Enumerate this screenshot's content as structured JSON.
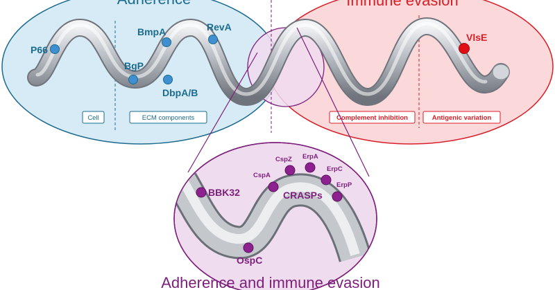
{
  "colors": {
    "adherence": "#1c6b8e",
    "adherence_fill": "#d6ebf5",
    "immune": "#d81e27",
    "immune_fill": "#fbd5d6",
    "overlap": "#7d1f7a",
    "overlap_fill": "#f0dcef",
    "tube": "#a6aab2"
  },
  "titles": {
    "adherence": "Adherence",
    "immune_evasion": "Immune evasion",
    "bottom": "Adherence and immune evasion"
  },
  "categories": {
    "cell": "Cell",
    "ecm": "ECM components",
    "complement": "Complement inhibition",
    "antigenic": "Antigenic variation"
  },
  "adhesins": {
    "p66": "P66",
    "bgp": "BgP",
    "bmpa": "BmpA",
    "dbpab": "DbpA/B",
    "reva": "RevA"
  },
  "immune_proteins": {
    "vlse": "VlsE"
  },
  "dual_proteins": {
    "bbk32": "BBK32",
    "ospc": "OspC",
    "cspa": "CspA",
    "cspz": "CspZ",
    "erpa": "ErpA",
    "erpc": "ErpC",
    "erpp": "ErpP",
    "crasps": "CRASPs"
  }
}
